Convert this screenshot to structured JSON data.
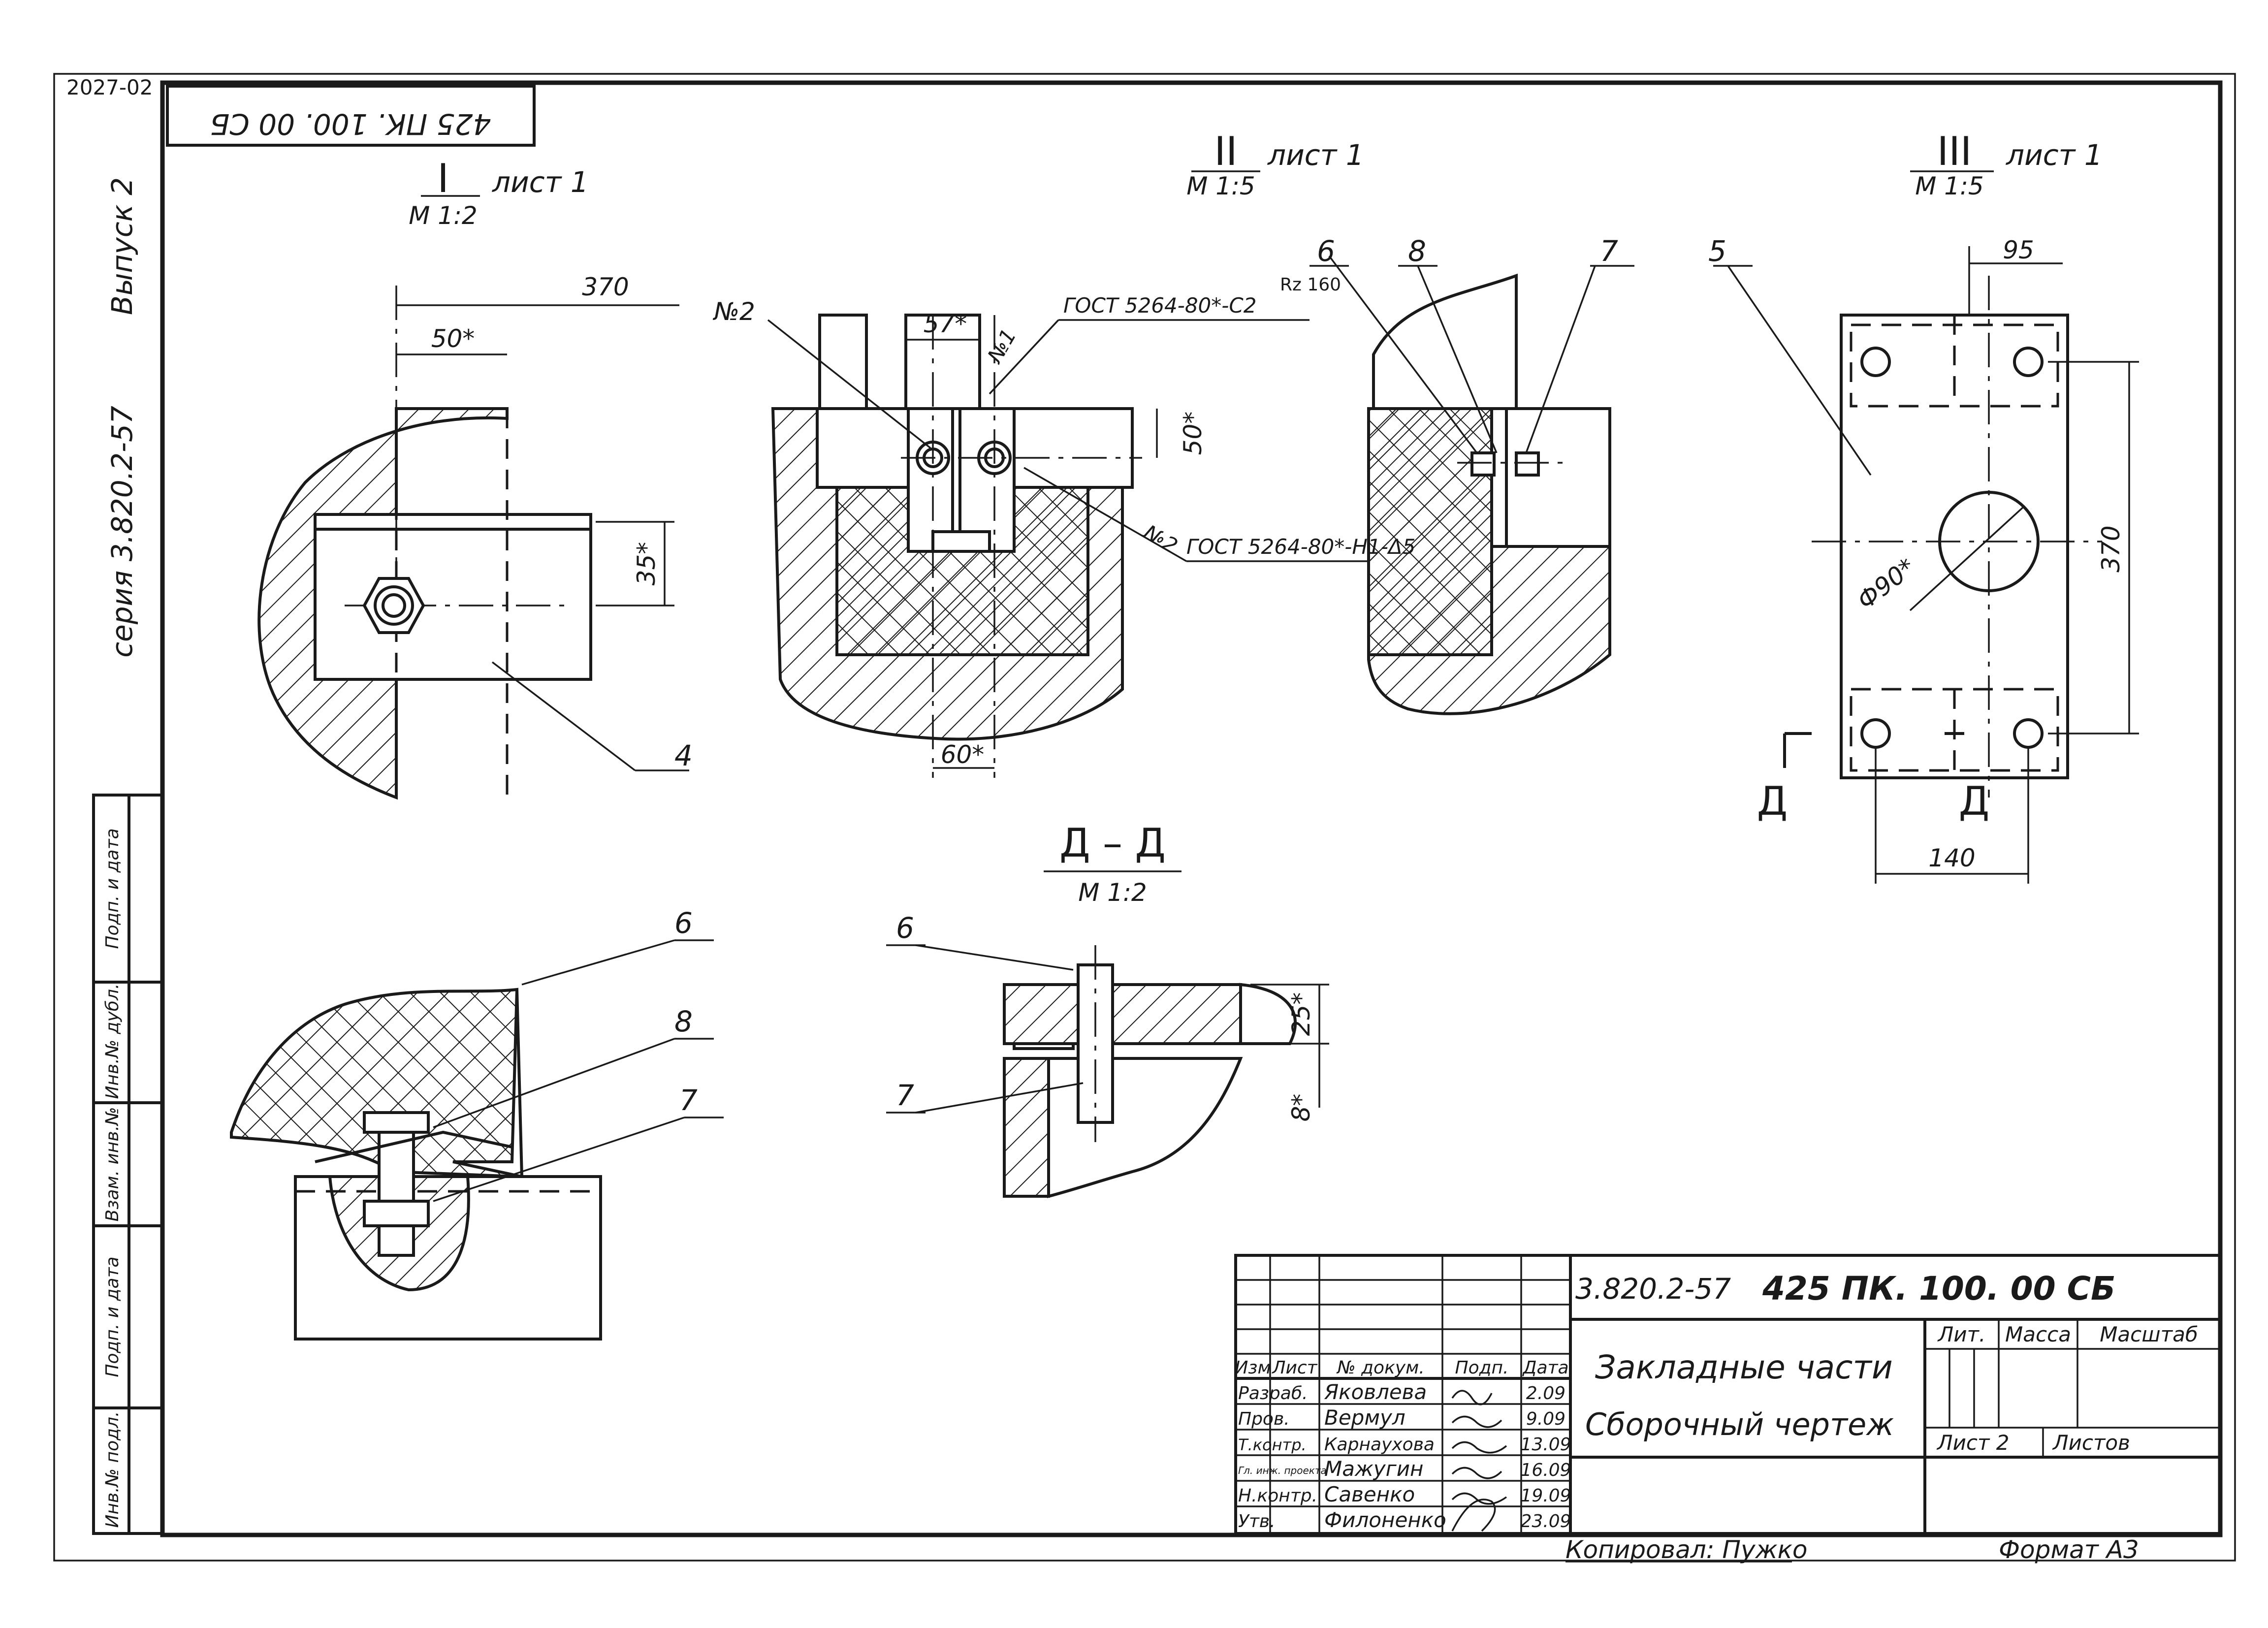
{
  "sheet_corner_code": "2027-02",
  "top_stamp": "425 ПК. 100. 00 СБ",
  "left_margin": {
    "series": "серия 3.820.2-57",
    "issue": "Выпуск 2",
    "columns": [
      "Инв.№ подл.",
      "Подп. и дата",
      "Взам. инв.№",
      "Инв.№ дубл.",
      "Подп. и дата"
    ]
  },
  "views": {
    "view1": {
      "label": "I",
      "sheet": "лист 1",
      "scale": "М 1:2",
      "dim_overall": "370",
      "dim_offset": "50*",
      "dim_height": "35*",
      "callout": "4"
    },
    "view2": {
      "label": "II",
      "sheet": "лист 1",
      "scale": "М 1:5",
      "mark_no2": "№2",
      "mark_no1": "№1",
      "mark_no2b": "№2",
      "dim_57": "57*",
      "dim_50": "50*",
      "dim_60": "60*",
      "weld_top": "ГОСТ 5264-80*-С2",
      "roughness": "Rz 160",
      "weld_bottom": "ГОСТ 5264-80*-Н1-Δ5"
    },
    "view_detail": {
      "callout_6": "6",
      "callout_8": "8",
      "callout_7": "7"
    },
    "view3": {
      "label": "III",
      "sheet": "лист 1",
      "scale": "М 1:5",
      "callout": "5",
      "dim_95": "95",
      "dim_370": "370",
      "dim_140": "140",
      "dim_dia": "Ф90*",
      "section_mark": "Д"
    },
    "view4": {
      "callout_6": "6",
      "callout_8": "8",
      "callout_7": "7"
    },
    "section_dd": {
      "title": "Д – Д",
      "scale": "М 1:2",
      "callout_6": "6",
      "callout_7": "7",
      "dim_25": "25*",
      "dim_8": "8*"
    }
  },
  "title_block": {
    "series_code": "3.820.2-57",
    "document_code": "425 ПК. 100. 00 СБ",
    "title_line1": "Закладные части",
    "title_line2": "Сборочный чертеж",
    "header": {
      "izm": "Изм",
      "list": "Лист",
      "doc": "№ докум.",
      "sign": "Подп.",
      "date": "Дата"
    },
    "rows": [
      {
        "role": "Разраб.",
        "name": "Яковлева",
        "date": "2.09"
      },
      {
        "role": "Пров.",
        "name": "Вермул",
        "date": "9.09"
      },
      {
        "role": "Т.контр.",
        "name": "Карнаухова",
        "date": "13.09"
      },
      {
        "role": "Гл. инж. проекта",
        "name": "Мажугин",
        "date": "16.09"
      },
      {
        "role": "Н.контр.",
        "name": "Савенко",
        "date": "19.09"
      },
      {
        "role": "Утв.",
        "name": "Филоненко",
        "date": "23.09"
      }
    ],
    "lit": "Лит.",
    "mass": "Масса",
    "scale": "Масштаб",
    "sheet": "Лист 2",
    "sheets": "Листов"
  },
  "copied_by": "Копировал: Пужко",
  "format": "Формат А3"
}
